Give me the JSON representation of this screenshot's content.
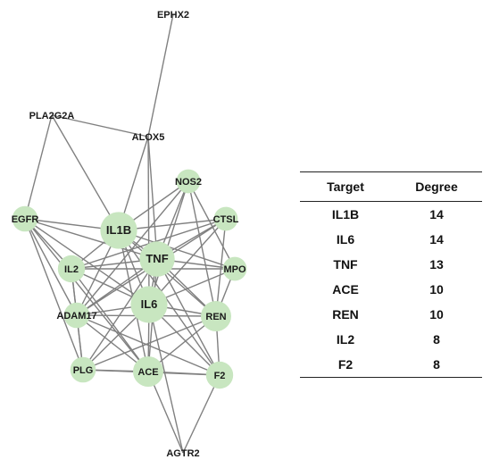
{
  "network": {
    "node_color": "#c8e6c0",
    "edge_color": "#808080",
    "nodes": [
      {
        "id": "EPHX2",
        "label": "EPHX2",
        "degree": 1
      },
      {
        "id": "PLA2G2A",
        "label": "PLA2G2A",
        "degree": 3
      },
      {
        "id": "ALOX5",
        "label": "ALOX5",
        "degree": 4
      },
      {
        "id": "NOS2",
        "label": "NOS2",
        "degree": 6
      },
      {
        "id": "EGFR",
        "label": "EGFR",
        "degree": 7
      },
      {
        "id": "IL1B",
        "label": "IL1B",
        "degree": 14
      },
      {
        "id": "CTSL",
        "label": "CTSL",
        "degree": 6
      },
      {
        "id": "TNF",
        "label": "TNF",
        "degree": 13
      },
      {
        "id": "IL2",
        "label": "IL2",
        "degree": 8
      },
      {
        "id": "MPO",
        "label": "MPO",
        "degree": 6
      },
      {
        "id": "IL6",
        "label": "IL6",
        "degree": 14
      },
      {
        "id": "ADAM17",
        "label": "ADAM17",
        "degree": 7
      },
      {
        "id": "REN",
        "label": "REN",
        "degree": 10
      },
      {
        "id": "PLG",
        "label": "PLG",
        "degree": 7
      },
      {
        "id": "ACE",
        "label": "ACE",
        "degree": 10
      },
      {
        "id": "F2",
        "label": "F2",
        "degree": 8
      },
      {
        "id": "AGTR2",
        "label": "AGTR2",
        "degree": 3
      }
    ],
    "edges": [
      [
        "EPHX2",
        "ALOX5"
      ],
      [
        "PLA2G2A",
        "ALOX5"
      ],
      [
        "PLA2G2A",
        "EGFR"
      ],
      [
        "PLA2G2A",
        "IL1B"
      ],
      [
        "ALOX5",
        "IL1B"
      ],
      [
        "ALOX5",
        "TNF"
      ],
      [
        "ALOX5",
        "IL6"
      ],
      [
        "NOS2",
        "IL1B"
      ],
      [
        "NOS2",
        "TNF"
      ],
      [
        "NOS2",
        "IL6"
      ],
      [
        "NOS2",
        "MPO"
      ],
      [
        "NOS2",
        "REN"
      ],
      [
        "NOS2",
        "ADAM17"
      ],
      [
        "EGFR",
        "IL1B"
      ],
      [
        "EGFR",
        "IL2"
      ],
      [
        "EGFR",
        "TNF"
      ],
      [
        "EGFR",
        "IL6"
      ],
      [
        "EGFR",
        "ADAM17"
      ],
      [
        "EGFR",
        "PLG"
      ],
      [
        "EGFR",
        "ACE"
      ],
      [
        "IL1B",
        "TNF"
      ],
      [
        "IL1B",
        "IL6"
      ],
      [
        "IL1B",
        "IL2"
      ],
      [
        "IL1B",
        "CTSL"
      ],
      [
        "IL1B",
        "MPO"
      ],
      [
        "IL1B",
        "ADAM17"
      ],
      [
        "IL1B",
        "REN"
      ],
      [
        "IL1B",
        "ACE"
      ],
      [
        "IL1B",
        "F2"
      ],
      [
        "CTSL",
        "TNF"
      ],
      [
        "CTSL",
        "IL6"
      ],
      [
        "CTSL",
        "IL2"
      ],
      [
        "CTSL",
        "ADAM17"
      ],
      [
        "CTSL",
        "REN"
      ],
      [
        "TNF",
        "IL6"
      ],
      [
        "TNF",
        "IL2"
      ],
      [
        "TNF",
        "MPO"
      ],
      [
        "TNF",
        "ADAM17"
      ],
      [
        "TNF",
        "REN"
      ],
      [
        "TNF",
        "PLG"
      ],
      [
        "TNF",
        "ACE"
      ],
      [
        "TNF",
        "F2"
      ],
      [
        "IL2",
        "IL6"
      ],
      [
        "IL2",
        "ADAM17"
      ],
      [
        "IL2",
        "PLG"
      ],
      [
        "IL2",
        "ACE"
      ],
      [
        "IL2",
        "MPO"
      ],
      [
        "MPO",
        "IL6"
      ],
      [
        "MPO",
        "REN"
      ],
      [
        "IL6",
        "ADAM17"
      ],
      [
        "IL6",
        "REN"
      ],
      [
        "IL6",
        "PLG"
      ],
      [
        "IL6",
        "ACE"
      ],
      [
        "IL6",
        "F2"
      ],
      [
        "IL6",
        "AGTR2"
      ],
      [
        "ADAM17",
        "PLG"
      ],
      [
        "ADAM17",
        "ACE"
      ],
      [
        "ADAM17",
        "F2"
      ],
      [
        "REN",
        "ACE"
      ],
      [
        "REN",
        "F2"
      ],
      [
        "REN",
        "PLG"
      ],
      [
        "REN",
        "ADAM17"
      ],
      [
        "PLG",
        "ACE"
      ],
      [
        "PLG",
        "F2"
      ],
      [
        "ACE",
        "F2"
      ],
      [
        "ACE",
        "AGTR2"
      ],
      [
        "F2",
        "AGTR2"
      ]
    ]
  },
  "table": {
    "headers": {
      "target": "Target",
      "degree": "Degree"
    },
    "rows": [
      {
        "target": "IL1B",
        "degree": "14"
      },
      {
        "target": "IL6",
        "degree": "14"
      },
      {
        "target": "TNF",
        "degree": "13"
      },
      {
        "target": "ACE",
        "degree": "10"
      },
      {
        "target": "REN",
        "degree": "10"
      },
      {
        "target": "IL2",
        "degree": "8"
      },
      {
        "target": "F2",
        "degree": "8"
      }
    ]
  }
}
